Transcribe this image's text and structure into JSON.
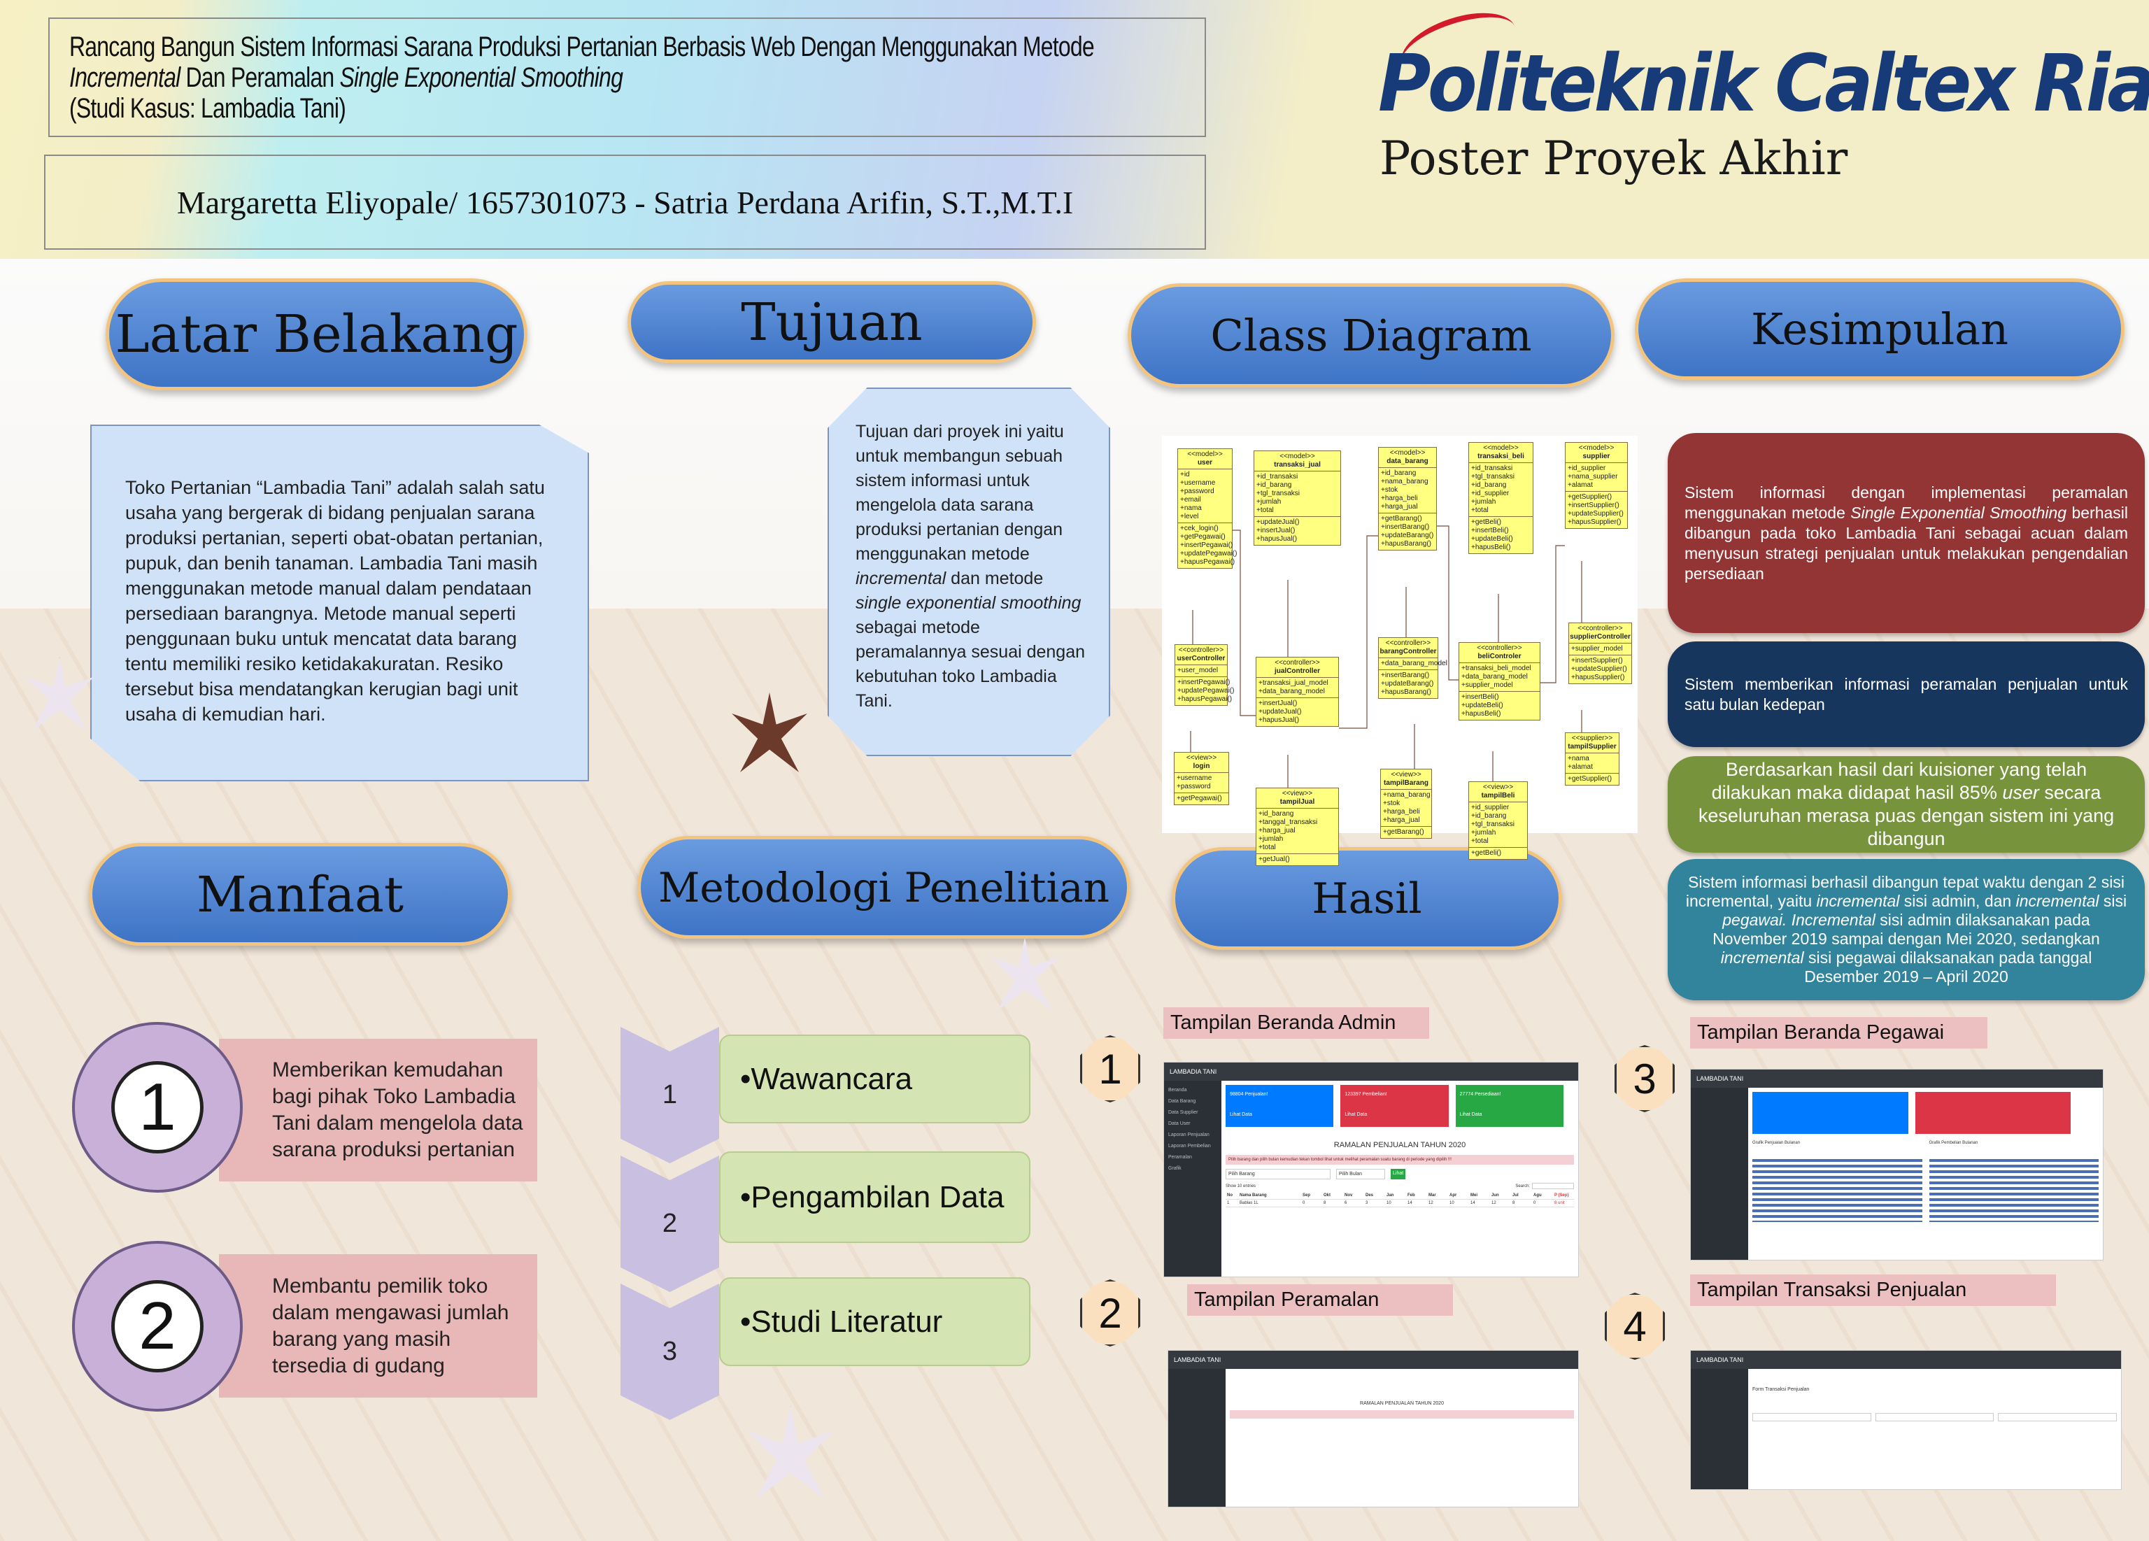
{
  "header": {
    "title_line1": "Rancang Bangun Sistem Informasi Sarana Produksi Pertanian Berbasis Web Dengan Menggunakan Metode",
    "title_line2_italic1": "Incremental",
    "title_line2_mid": " Dan Peramalan ",
    "title_line2_italic2": "Single Exponential Smoothing",
    "title_line3": "(Studi Kasus: Lambadia Tani)",
    "authors": "Margaretta Eliyopale/ 1657301073 - Satria Perdana Arifin, S.T.,M.T.I",
    "logo_text": "Politeknik Caltex Riau",
    "subtitle": "Poster Proyek Akhir"
  },
  "sections": {
    "latar": "Latar Belakang",
    "tujuan": "Tujuan",
    "class_diagram": "Class Diagram",
    "kesimpulan": "Kesimpulan",
    "manfaat": "Manfaat",
    "metodologi": "Metodologi Penelitian",
    "hasil": "Hasil"
  },
  "latar_text": "Toko Pertanian “Lambadia Tani” adalah salah satu usaha yang bergerak di bidang penjualan sarana produksi pertanian, seperti obat-obatan pertanian, pupuk, dan benih tanaman. Lambadia Tani masih menggunakan metode manual dalam pendataan persediaan barangnya. Metode manual seperti penggunaan buku untuk mencatat data barang tentu memiliki resiko ketidakakuratan. Resiko tersebut bisa mendatangkan kerugian bagi unit usaha di kemudian hari.",
  "tujuan_text": {
    "p1": "Tujuan dari proyek ini yaitu untuk membangun sebuah sistem informasi untuk mengelola data sarana produksi pertanian dengan menggunakan metode ",
    "i1": "incremental",
    "p2": " dan metode ",
    "i2": "single exponential smoothing",
    "p3": " sebagai metode peramalannya sesuai dengan kebutuhan toko Lambadia Tani."
  },
  "classes": [
    {
      "st": "<<model>>",
      "name": "user",
      "attrs": [
        "+id",
        "+username",
        "+password",
        "+email",
        "+nama",
        "+level"
      ],
      "methods": [
        "+cek_login()",
        "+getPegawai()",
        "+insertPegawai()",
        "+updatePegawai()",
        "+hapusPegawai()"
      ]
    },
    {
      "st": "<<model>>",
      "name": "transaksi_jual",
      "attrs": [
        "+id_transaksi",
        "+id_barang",
        "+tgl_transaksi",
        "+jumlah",
        "+total"
      ],
      "methods": [
        "+updateJual()",
        "+insertJual()",
        "+hapusJual()"
      ]
    },
    {
      "st": "<<model>>",
      "name": "data_barang",
      "attrs": [
        "+id_barang",
        "+nama_barang",
        "+stok",
        "+harga_beli",
        "+harga_jual"
      ],
      "methods": [
        "+getBarang()",
        "+insertBarang()",
        "+updateBarang()",
        "+hapusBarang()"
      ]
    },
    {
      "st": "<<model>>",
      "name": "transaksi_beli",
      "attrs": [
        "+id_transaksi",
        "+tgl_transaksi",
        "+id_barang",
        "+id_supplier",
        "+jumlah",
        "+total"
      ],
      "methods": [
        "+getBeli()",
        "+insertBeli()",
        "+updateBeli()",
        "+hapusBeli()"
      ]
    },
    {
      "st": "<<model>>",
      "name": "supplier",
      "attrs": [
        "+id_supplier",
        "+nama_supplier",
        "+alamat"
      ],
      "methods": [
        "+getSupplier()",
        "+insertSupplier()",
        "+updateSupplier()",
        "+hapusSupplier()"
      ]
    },
    {
      "st": "<<controller>>",
      "name": "userController",
      "attrs": [
        "+user_model"
      ],
      "methods": [
        "+insertPegawai()",
        "+updatePegawai()",
        "+hapusPegawai()"
      ]
    },
    {
      "st": "<<controller>>",
      "name": "jualController",
      "attrs": [
        "+transaksi_jual_model",
        "+data_barang_model"
      ],
      "methods": [
        "+insertJual()",
        "+updateJual()",
        "+hapusJual()"
      ]
    },
    {
      "st": "<<controller>>",
      "name": "barangController",
      "attrs": [
        "+data_barang_model"
      ],
      "methods": [
        "+insertBarang()",
        "+updateBarang()",
        "+hapusBarang()"
      ]
    },
    {
      "st": "<<controller>>",
      "name": "beliControler",
      "attrs": [
        "+transaksi_beli_model",
        "+data_barang_model",
        "+supplier_model"
      ],
      "methods": [
        "+insertBeli()",
        "+updateBeli()",
        "+hapusBeli()"
      ]
    },
    {
      "st": "<<controller>>",
      "name": "supplierController",
      "attrs": [
        "+supplier_model"
      ],
      "methods": [
        "+insertSupplier()",
        "+updateSupplier()",
        "+hapusSupplier()"
      ]
    },
    {
      "st": "<<view>>",
      "name": "login",
      "attrs": [
        "+username",
        "+password"
      ],
      "methods": [
        "+getPegawai()"
      ]
    },
    {
      "st": "<<view>>",
      "name": "tampilJual",
      "attrs": [
        "+id_barang",
        "+tanggal_transaksi",
        "+harga_jual",
        "+jumlah",
        "+total"
      ],
      "methods": [
        "+getJual()"
      ]
    },
    {
      "st": "<<view>>",
      "name": "tampilBarang",
      "attrs": [
        "+nama_barang",
        "+stok",
        "+harga_beli",
        "+harga_jual"
      ],
      "methods": [
        "+getBarang()"
      ]
    },
    {
      "st": "<<view>>",
      "name": "tampilBeli",
      "attrs": [
        "+id_supplier",
        "+id_barang",
        "+tgl_transaksi",
        "+jumlah",
        "+total"
      ],
      "methods": [
        "+getBeli()"
      ]
    },
    {
      "st": "<<supplier>>",
      "name": "tampilSupplier",
      "attrs": [
        "+nama",
        "+alamat"
      ],
      "methods": [
        "+getSupplier()"
      ]
    }
  ],
  "kesimpulan": [
    {
      "parts": [
        [
          "Sistem informasi dengan implementasi peramalan menggunakan metode ",
          0
        ],
        [
          "Single Exponential Smoothing",
          1
        ],
        [
          " berhasil dibangun pada toko Lambadia Tani sebagai acuan dalam menyusun strategi penjualan untuk melakukan pengendalian persediaan",
          0
        ]
      ]
    },
    {
      "parts": [
        [
          "Sistem memberikan informasi peramalan penjualan untuk satu bulan kedepan",
          0
        ]
      ]
    },
    {
      "parts": [
        [
          "Berdasarkan hasil dari kuisioner yang telah dilakukan maka didapat hasil 85% ",
          0
        ],
        [
          "user",
          1
        ],
        [
          " secara keseluruhan merasa puas dengan sistem ini yang dibangun",
          0
        ]
      ]
    },
    {
      "parts": [
        [
          "Sistem informasi berhasil dibangun tepat waktu dengan 2 sisi incremental, yaitu ",
          0
        ],
        [
          "incremental",
          1
        ],
        [
          " sisi admin, dan ",
          0
        ],
        [
          "incremental",
          1
        ],
        [
          " sisi ",
          0
        ],
        [
          "pegawai. Incremental",
          1
        ],
        [
          " sisi admin dilaksanakan pada November 2019 sampai dengan Mei 2020, sedangkan ",
          0
        ],
        [
          "incremental",
          1
        ],
        [
          " sisi pegawai dilaksanakan pada tanggal Desember 2019 – April 2020",
          0
        ]
      ]
    }
  ],
  "kesimpulan_colors": [
    "#943535",
    "#17365d",
    "#77933c",
    "#31849b"
  ],
  "manfaat": [
    {
      "num": "1",
      "text": "Memberikan kemudahan bagi pihak Toko Lambadia Tani dalam mengelola data sarana produksi pertanian"
    },
    {
      "num": "2",
      "text": "Membantu pemilik toko dalam mengawasi jumlah barang yang masih tersedia di gudang"
    }
  ],
  "metodologi": [
    {
      "num": "1",
      "text": "•Wawancara"
    },
    {
      "num": "2",
      "text": "•Pengambilan Data"
    },
    {
      "num": "3",
      "text": "•Studi Literatur"
    }
  ],
  "hasil": [
    {
      "num": "1",
      "label": "Tampilan Beranda Admin"
    },
    {
      "num": "2",
      "label": "Tampilan Peramalan"
    },
    {
      "num": "3",
      "label": "Tampilan Beranda Pegawai"
    },
    {
      "num": "4",
      "label": "Tampilan Transaksi  Penjualan"
    }
  ],
  "app": {
    "brand": "LAMBADIA TANI",
    "sidebar": [
      "Beranda",
      "Data Barang",
      "Data Supplier",
      "Data User",
      "Laporan Penjualan",
      "Laporan Pembelian",
      "Peramalan",
      "Grafik"
    ],
    "cards": [
      "98804 Penjualan!",
      "123397 Pembelian!",
      "27774 Persediaan!"
    ],
    "card_link": "Lihat Data",
    "heading": "RAMALAN PENJUALAN TAHUN 2020",
    "alert": "Pilih barang dan pilih bulan kemudian tekan tombol lihat untuk melihat peramalan suatu barang di periode yang dipilih !!!",
    "select_barang": "Pilih Barang",
    "select_bulan": "Pilih Bulan",
    "lihat": "Lihat",
    "show": "Show 10 entries",
    "search": "Search:",
    "table_head": [
      "No",
      "Nama Barang",
      "Sep",
      "Okt",
      "Nov",
      "Des",
      "Jan",
      "Feb",
      "Mar",
      "Apr",
      "Mei",
      "Jun",
      "Jul",
      "Agu",
      "P (Sep)"
    ],
    "table_row": [
      "1",
      "Bablas 1L",
      "0",
      "8",
      "6",
      "3",
      "10",
      "14",
      "12",
      "10",
      "14",
      "12",
      "8",
      "0",
      "8 unit"
    ],
    "grafik_penjualan": "Grafik Penjualan Bulanan",
    "grafik_pembelian": "Grafik Pembelian Bulanan",
    "transaksi_title": "Form Transaksi Penjualan"
  }
}
